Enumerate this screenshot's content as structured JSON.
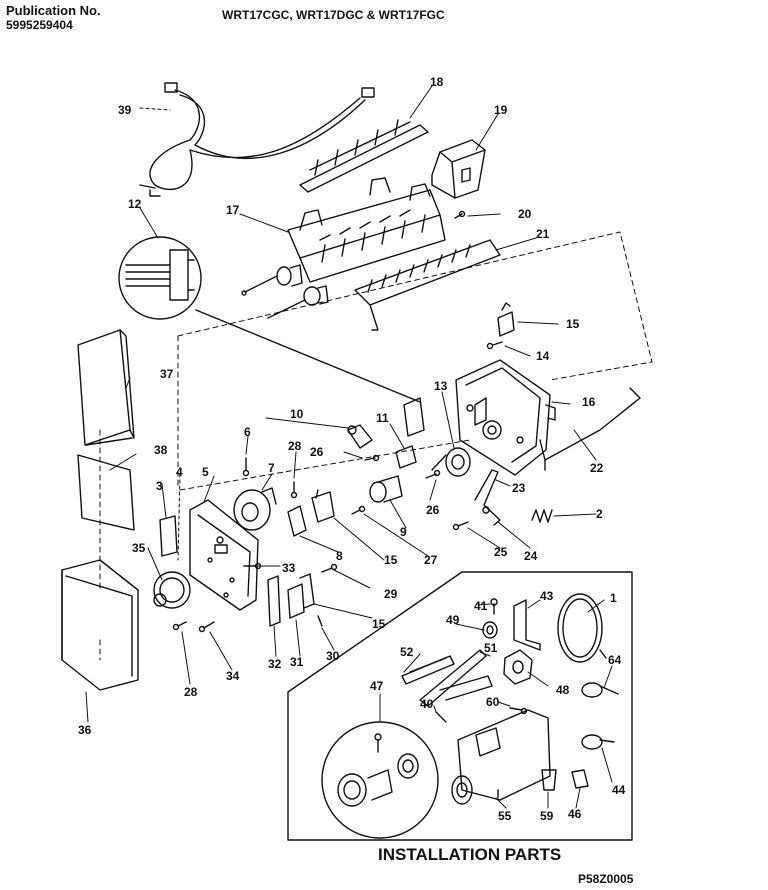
{
  "header": {
    "publication_label": "Publication No.",
    "publication_number": "5995259404",
    "models": "WRT17CGC, WRT17DGC & WRT17FGC"
  },
  "section_title": "INSTALLATION PARTS",
  "figure_code": "P58Z0005",
  "callouts": {
    "c1": "1",
    "c2": "2",
    "c3": "3",
    "c4": "4",
    "c5": "5",
    "c6": "6",
    "c7": "7",
    "c8": "8",
    "c9": "9",
    "c10": "10",
    "c11": "11",
    "c12": "12",
    "c13": "13",
    "c14": "14",
    "c15a": "15",
    "c15b": "15",
    "c15c": "15",
    "c16": "16",
    "c17": "17",
    "c18": "18",
    "c19": "19",
    "c20": "20",
    "c21": "21",
    "c22": "22",
    "c23": "23",
    "c24": "24",
    "c25": "25",
    "c26a": "26",
    "c26b": "26",
    "c27": "27",
    "c28a": "28",
    "c28b": "28",
    "c29": "29",
    "c30": "30",
    "c31": "31",
    "c32": "32",
    "c33": "33",
    "c34": "34",
    "c35": "35",
    "c36": "36",
    "c37": "37",
    "c38": "38",
    "c39": "39",
    "c40": "40",
    "c41": "41",
    "c43": "43",
    "c44": "44",
    "c46": "46",
    "c47": "47",
    "c48": "48",
    "c49": "49",
    "c51": "51",
    "c52": "52",
    "c55": "55",
    "c59": "59",
    "c60": "60",
    "c64": "64"
  },
  "colors": {
    "ink": "#111111",
    "paper": "#ffffff"
  }
}
